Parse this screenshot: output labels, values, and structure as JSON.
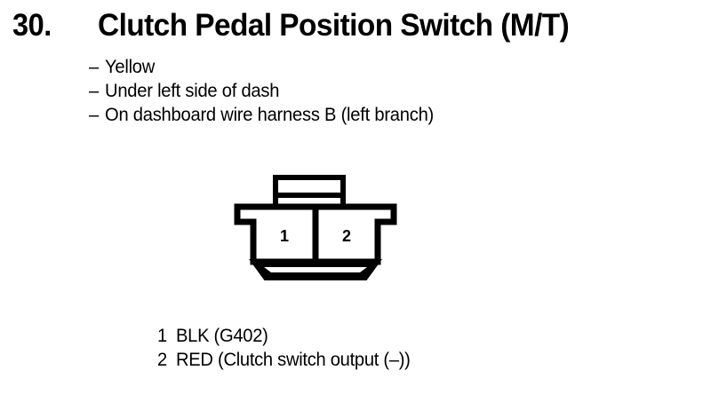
{
  "header": {
    "number": "30.",
    "title": "Clutch Pedal Position Switch (M/T)"
  },
  "details": {
    "dash": "–",
    "items": [
      {
        "text": "Yellow"
      },
      {
        "text": "Under left side of dash"
      },
      {
        "text": "On dashboard wire harness B (left branch)"
      }
    ]
  },
  "connector": {
    "cavities": [
      {
        "label": "1"
      },
      {
        "label": "2"
      }
    ]
  },
  "legend": {
    "rows": [
      {
        "num": "1",
        "text": "BLK (G402)"
      },
      {
        "num": "2",
        "text": "RED (Clutch switch output (–))"
      }
    ]
  },
  "colors": {
    "ink": "#000000",
    "paper": "#ffffff"
  }
}
